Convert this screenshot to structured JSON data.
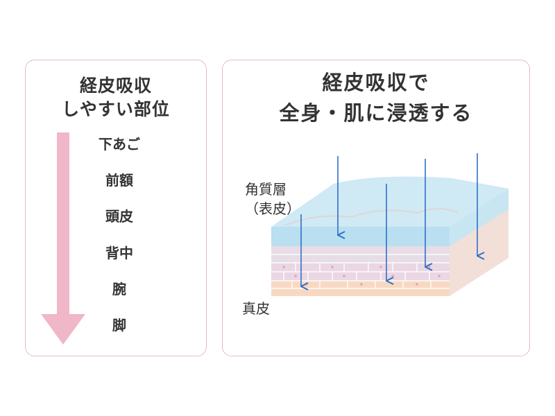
{
  "left_panel": {
    "title_line1": "経皮吸収",
    "title_line2": "しやすい部位",
    "parts": [
      "下あご",
      "前額",
      "頭皮",
      "背中",
      "腕",
      "脚"
    ],
    "arrow_color": "#f0b7c8"
  },
  "right_panel": {
    "title_line1": "経皮吸収で",
    "title_line2": "全身・肌に浸透する",
    "label_stratum_line1": "角質層",
    "label_stratum_line2": "（表皮）",
    "label_dermis": "真皮",
    "arrow_color": "#2f6fc7"
  },
  "colors": {
    "panel_border": "#e9b9c5",
    "stratum_layer": "#b9dff0",
    "epidermis_layer": "#ead7e3",
    "dermis_layer": "#f7d9c2"
  }
}
